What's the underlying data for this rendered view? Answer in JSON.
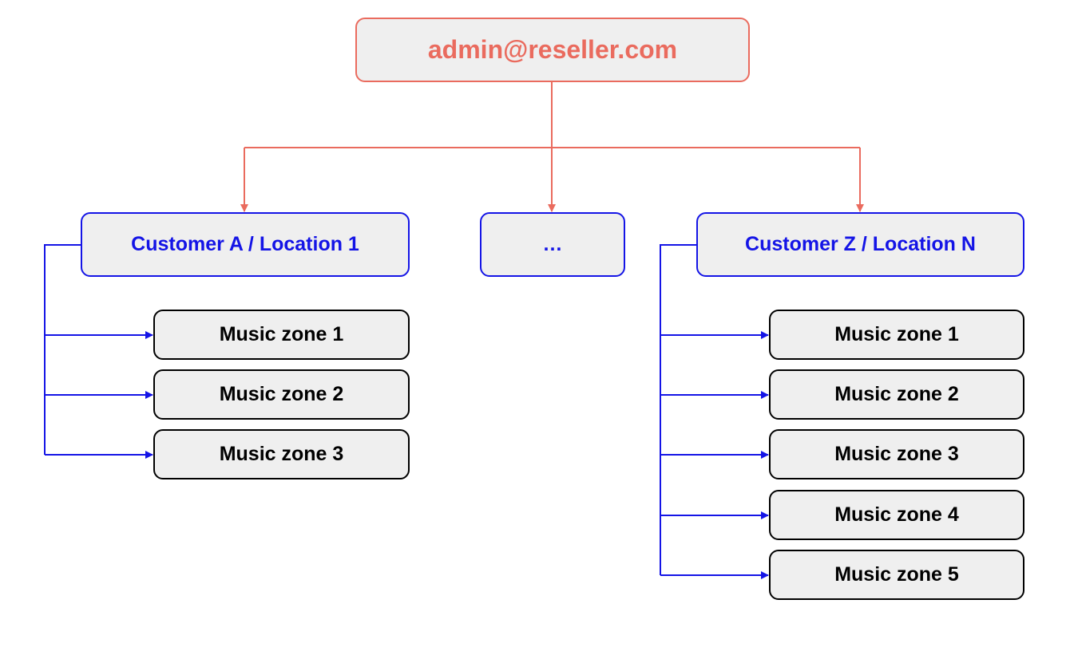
{
  "colors": {
    "root": "#ea6b5e",
    "customer": "#1414e6",
    "zone": "#000000",
    "box_fill": "#efefef"
  },
  "root": {
    "label": "admin@reseller.com"
  },
  "customers": [
    {
      "label": "Customer A / Location 1",
      "zones": [
        "Music zone 1",
        "Music zone 2",
        "Music zone 3"
      ]
    },
    {
      "label": "…",
      "zones": []
    },
    {
      "label": "Customer Z / Location N",
      "zones": [
        "Music zone 1",
        "Music zone 2",
        "Music zone 3",
        "Music zone 4",
        "Music zone 5"
      ]
    }
  ]
}
